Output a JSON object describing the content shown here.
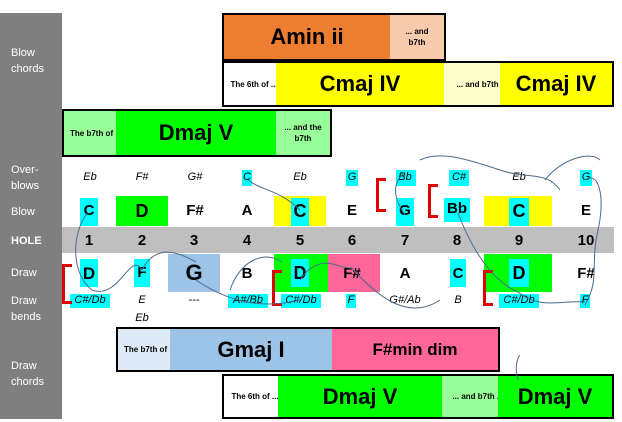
{
  "sidebar": {
    "blow_chords": "Blow\nchords",
    "overblows": "Over-\nblows",
    "blow": "Blow",
    "hole": "HOLE",
    "draw": "Draw",
    "draw_bends": "Draw\nbends",
    "draw_chords": "Draw\nchords"
  },
  "chords": {
    "amin": {
      "name": "Amin ii",
      "note": "... and b7th"
    },
    "cmaj_intro": "The 6th of ...",
    "cmaj1": "Cmaj IV",
    "cmaj_and": "... and b7th ...",
    "cmaj2": "Cmaj IV",
    "dmaj_intro": "The b7th of ...",
    "dmaj": "Dmaj V",
    "dmaj_and": "... and the b7th",
    "gmaj_intro": "The b7th of ...",
    "gmaj": "Gmaj I",
    "fsharp_dim": "F#min dim",
    "dmaj2_intro": "The 6th of ...",
    "dmaj2a": "Dmaj V",
    "dmaj2_and": "... and b7th ...",
    "dmaj2b": "Dmaj V"
  },
  "overblows": [
    "Eb",
    "F#",
    "G#",
    "C",
    "Eb",
    "G",
    "Bb",
    "C#",
    "Eb",
    "G"
  ],
  "blow": [
    "C",
    "D",
    "F#",
    "A",
    "C",
    "E",
    "G",
    "Bb",
    "C",
    "E"
  ],
  "holes": [
    "1",
    "2",
    "3",
    "4",
    "5",
    "6",
    "7",
    "8",
    "9",
    "10"
  ],
  "draw": [
    "D",
    "F",
    "G",
    "B",
    "D",
    "F#",
    "A",
    "C",
    "D",
    "F#"
  ],
  "draw_bends": [
    "C#/Db",
    "E",
    "---",
    "A#/Bb",
    "C#/Db",
    "F",
    "G#/Ab",
    "B",
    "C#/Db",
    "F"
  ],
  "draw_bends_extra": "Eb",
  "colors": {
    "orange": "#ed7d31",
    "peach": "#f8cbad",
    "yellow": "#ffff00",
    "light_yellow": "#ffffcc",
    "green": "#00ff00",
    "light_green": "#99ff99",
    "blue": "#9dc3e6",
    "light_blue": "#deebf7",
    "pink": "#ff6699",
    "cyan": "#00ffff",
    "grey_bar": "#bfbfbf",
    "sidebar": "#7f7f7f"
  }
}
